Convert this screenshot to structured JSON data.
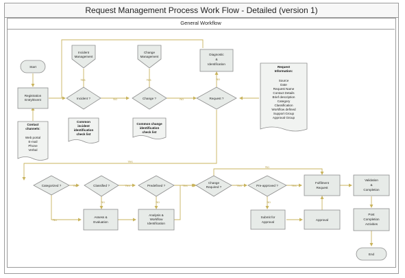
{
  "title": "Request Management Process Work Flow - Detailed (version 1)",
  "lane": "General Workflow",
  "nodes": {
    "start": "Start",
    "registration": [
      "Registration",
      "Entry/Event"
    ],
    "incident_q": "Incident ?",
    "change_q": "Change ?",
    "request_q": "Request ?",
    "incident_mgmt": [
      "Incident",
      "Management"
    ],
    "change_mgmt": [
      "Change",
      "Management"
    ],
    "diagnostic": [
      "Diagnostic",
      "&",
      "Identification"
    ],
    "contact_title": [
      "Contact",
      "channels:"
    ],
    "contact_items": [
      "Web portal",
      "E-mail",
      "Phone",
      "Verbal"
    ],
    "common_incident": [
      "Common",
      "incident",
      "identification",
      "check list"
    ],
    "common_change": [
      "Common change",
      "identification",
      "check list"
    ],
    "req_info_title": [
      "Request",
      "Information:"
    ],
    "req_info_items": [
      "Source",
      "Date",
      "Request Name",
      "Contact Details",
      "Brief description",
      "Category",
      "Classification",
      "Workflow defined",
      "Support Group",
      "Approval Group"
    ],
    "categorized_q": "Categorized ?",
    "classified_q": "Classified ?",
    "predefined_q": "Predefined ?",
    "change_required_q": [
      "Change",
      "Required ?"
    ],
    "preapproved_q": "Pre-approved ?",
    "fulfilment": [
      "Fulfilment",
      "Request"
    ],
    "validation": [
      "Validation",
      "&",
      "Completion"
    ],
    "post_completion": [
      "Post",
      "Completion",
      "Activities"
    ],
    "assess": [
      "Assess &",
      "Evaluation"
    ],
    "analysis": [
      "Analysis &",
      "Workflow",
      "Identification"
    ],
    "submit": [
      "Submit for",
      "Approval"
    ],
    "approval": "Approval",
    "end": "End"
  },
  "labels": {
    "yes": "Yes",
    "no": "No"
  }
}
